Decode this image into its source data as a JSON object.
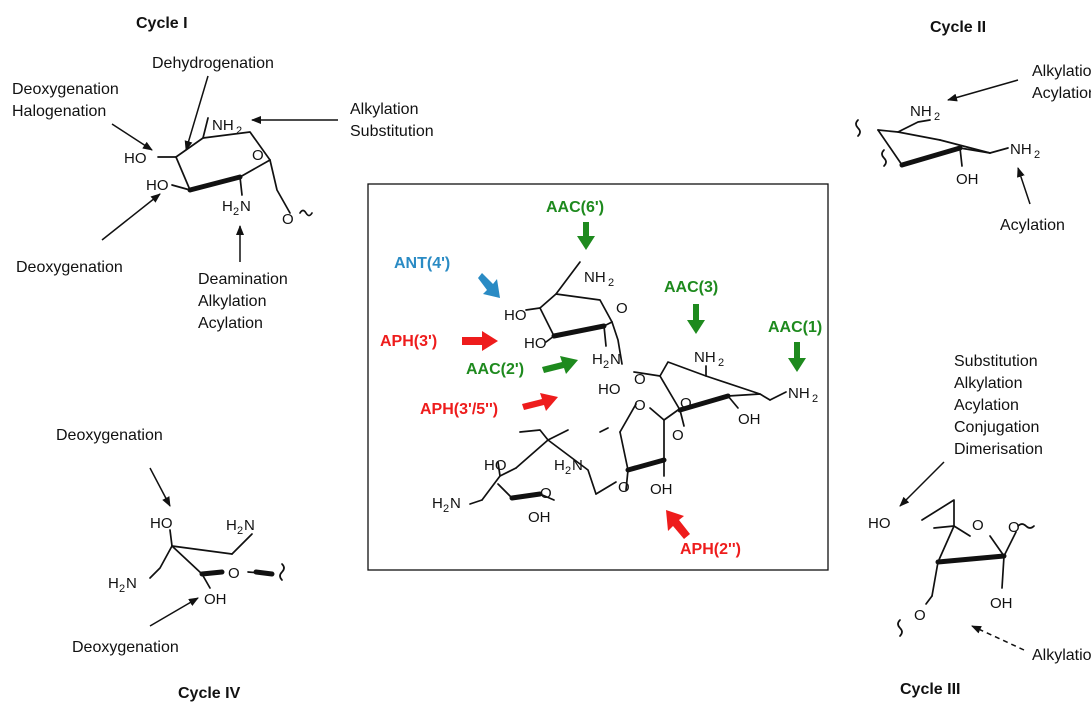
{
  "colors": {
    "green": "#1e8a1e",
    "red": "#ee1c1c",
    "blue": "#2a8bc4",
    "ink": "#111111"
  },
  "cycles": {
    "c1": {
      "title": "Cycle I",
      "dehydrogenation": "Dehydrogenation",
      "deoxygenation": "Deoxygenation",
      "halogenation": "Halogenation",
      "alkylation": "Alkylation",
      "substitution": "Substitution",
      "deoxygenation2": "Deoxygenation",
      "deamination": "Deamination",
      "alkylation2": "Alkylation",
      "acylation": "Acylation"
    },
    "c2": {
      "title": "Cycle II",
      "alkylation": "Alkylation",
      "acylation": "Acylation",
      "acylation2": "Acylation"
    },
    "c3": {
      "title": "Cycle III",
      "substitution": "Substitution",
      "alkylation": "Alkylation",
      "acylation": "Acylation",
      "conjugation": "Conjugation",
      "dimerisation": "Dimerisation",
      "alkylation2": "Alkylation"
    },
    "c4": {
      "title": "Cycle IV",
      "deoxygenation": "Deoxygenation",
      "deoxygenation2": "Deoxygenation"
    }
  },
  "atoms": {
    "nh2": "NH",
    "h2n": "H",
    "sub2": "2",
    "n": "N",
    "ho": "HO",
    "oh": "OH",
    "o": "O"
  },
  "enzymes": {
    "aac6": "AAC(6')",
    "ant4": "ANT(4')",
    "aac3": "AAC(3)",
    "aac1": "AAC(1)",
    "aph3": "APH(3')",
    "aac2": "AAC(2')",
    "aph35": "APH(3'/5'')",
    "aph2": "APH(2'')"
  }
}
